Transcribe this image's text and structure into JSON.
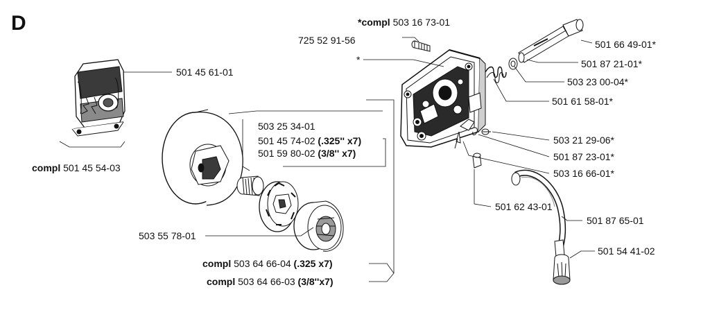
{
  "section_letter": "D",
  "labels": {
    "l1": {
      "prefix": "*compl",
      "number": "503 16 73-01",
      "suffix": ""
    },
    "l2": {
      "prefix": "",
      "number": "725 52 91-56",
      "suffix": ""
    },
    "l3": {
      "prefix": "",
      "number": "*",
      "suffix": ""
    },
    "l4": {
      "prefix": "",
      "number": "501 66 49-01*",
      "suffix": ""
    },
    "l5": {
      "prefix": "",
      "number": "501 87 21-01*",
      "suffix": ""
    },
    "l6": {
      "prefix": "",
      "number": "503 23 00-04*",
      "suffix": ""
    },
    "l7": {
      "prefix": "",
      "number": "501 61 58-01*",
      "suffix": ""
    },
    "l8": {
      "prefix": "",
      "number": "501 45 61-01",
      "suffix": ""
    },
    "l9": {
      "prefix": "",
      "number": "503 25 34-01",
      "suffix": ""
    },
    "l10": {
      "prefix": "",
      "number": "501 45 74-02",
      "suffix": "(.325'' x7)"
    },
    "l11": {
      "prefix": "",
      "number": "501 59 80-02",
      "suffix": "(3/8'' x7)"
    },
    "l12": {
      "prefix": "compl",
      "number": "501 45 54-03",
      "suffix": ""
    },
    "l13": {
      "prefix": "",
      "number": "503 21 29-06*",
      "suffix": ""
    },
    "l14": {
      "prefix": "",
      "number": "501 87 23-01*",
      "suffix": ""
    },
    "l15": {
      "prefix": "",
      "number": "503 16 66-01*",
      "suffix": ""
    },
    "l16": {
      "prefix": "",
      "number": "501 62 43-01",
      "suffix": ""
    },
    "l17": {
      "prefix": "",
      "number": "501 87 65-01",
      "suffix": ""
    },
    "l18": {
      "prefix": "",
      "number": "503 55 78-01",
      "suffix": ""
    },
    "l19": {
      "prefix": "",
      "number": "501 54 41-02",
      "suffix": ""
    },
    "l20": {
      "prefix": "compl",
      "number": "503 64 66-04",
      "suffix": "(.325 x7)"
    },
    "l21": {
      "prefix": "compl",
      "number": "503 64 66-03",
      "suffix": "(3/8''x7)"
    }
  },
  "colors": {
    "ink": "#111111",
    "fill": "#ffffff",
    "shade": "#9a9a9a",
    "dark": "#3a3a3a"
  }
}
